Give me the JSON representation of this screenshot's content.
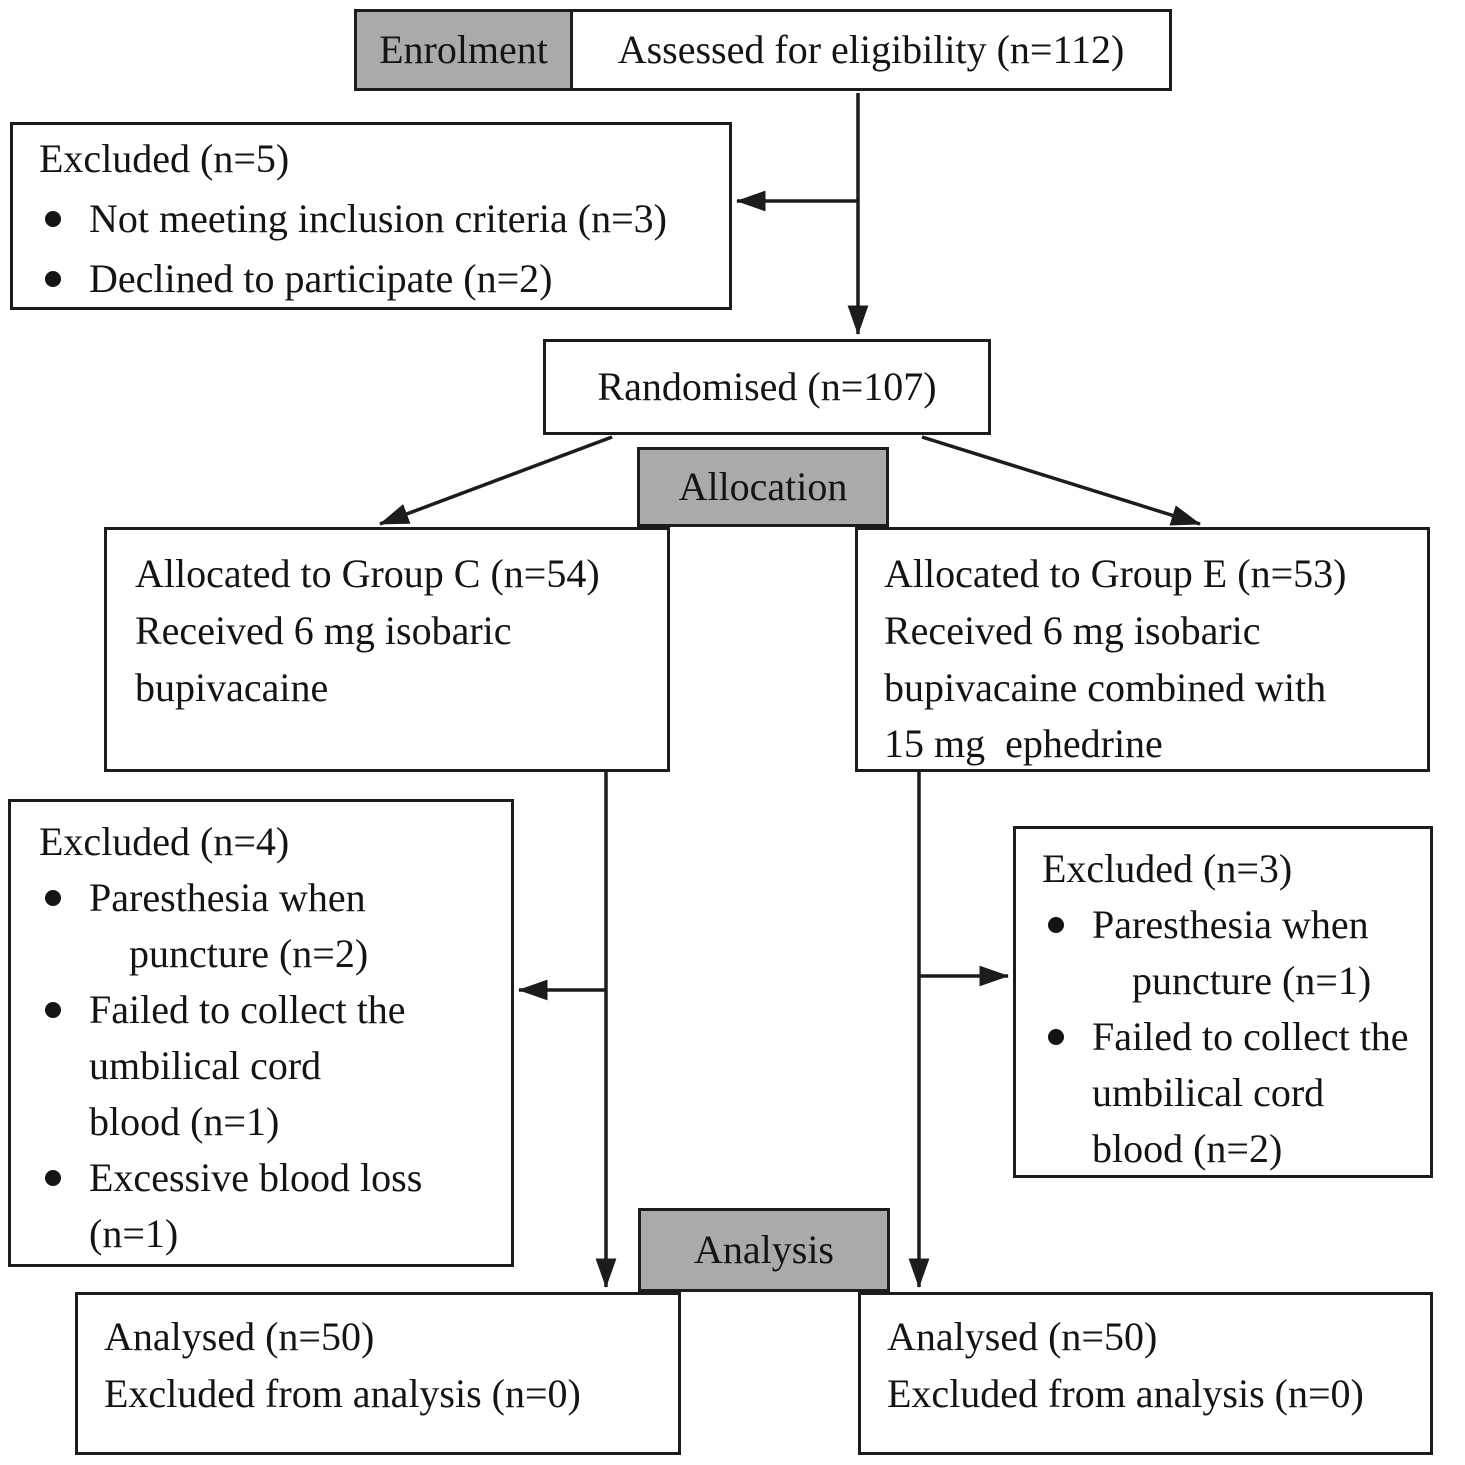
{
  "flow": {
    "enrolment_label": "Enrolment",
    "assessed": "Assessed for eligibility (n=112)",
    "excluded_top": {
      "title": "Excluded (n=5)",
      "bullets": [
        "Not meeting inclusion criteria (n=3)",
        "Declined to participate (n=2)"
      ]
    },
    "randomised": "Randomised (n=107)",
    "allocation_label": "Allocation",
    "group_c": "Allocated to Group C (n=54)\nReceived 6 mg isobaric\nbupivacaine",
    "group_e": "Allocated to Group E (n=53)\nReceived 6 mg isobaric\nbupivacaine combined with\n15 mg  ephedrine",
    "excluded_left": {
      "title": "Excluded (n=4)",
      "bullets": [
        "Paresthesia when\n    puncture (n=2)",
        "Failed to collect the\numbilical cord\nblood (n=1)",
        "Excessive blood loss\n(n=1)"
      ]
    },
    "excluded_right": {
      "title": "Excluded (n=3)",
      "bullets": [
        "Paresthesia when\n    puncture (n=1)",
        "Failed to collect the\numbilical cord\nblood (n=2)"
      ]
    },
    "analysis_label": "Analysis",
    "analysed_left": "Analysed (n=50)\nExcluded from analysis (n=0)",
    "analysed_right": "Analysed (n=50)\nExcluded from analysis (n=0)"
  },
  "colors": {
    "header_fill": "#aaaaaa",
    "line": "#1c1c1c",
    "text": "#141414",
    "background": "#ffffff"
  }
}
